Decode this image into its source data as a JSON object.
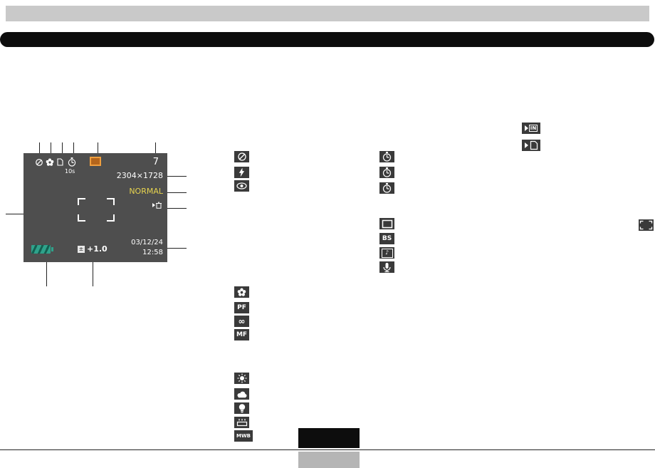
{
  "lcd": {
    "shots_remaining": "7",
    "image_size": "2304×1728",
    "quality": "NORMAL",
    "self_timer": "10s",
    "date": "03/12/24",
    "time": "12:58",
    "ev": "+1.0"
  },
  "glyphs": {
    "pf": "PF",
    "infinity": "∞",
    "mf": "MF",
    "bs": "BS",
    "mwb": "MWB",
    "in": "IN",
    "note": "♪",
    "plus_minus": "±"
  },
  "icons": {
    "flash_off": "circle-slash",
    "flash_on": "lightning-bolt",
    "red_eye": "eye",
    "self_timer": "clock",
    "macro": "flower",
    "pan_focus": "PF-label",
    "infinity_focus": "infinity-symbol",
    "manual_focus": "MF-label",
    "wb_daylight": "sun",
    "wb_cloudy": "cloud",
    "wb_tungsten": "light-bulb",
    "wb_fluorescent": "fluorescent-tube",
    "wb_manual": "MWB-label",
    "single_shot": "frame-outline",
    "bestshot": "BS-label",
    "audio_snapshot": "frame-with-note",
    "voice_record": "microphone",
    "save_builtin_memory": "arrow-IN-box",
    "save_memory_card": "arrow-card",
    "focus_frame": "corner-brackets"
  },
  "colors": {
    "quality_text": "#e6d34f",
    "battery_fill": "#2fa28b",
    "drive_icon_border": "#ef9e3e",
    "lcd_background": "#4e4e4e",
    "icon_cell_background": "#3a3a3a"
  }
}
